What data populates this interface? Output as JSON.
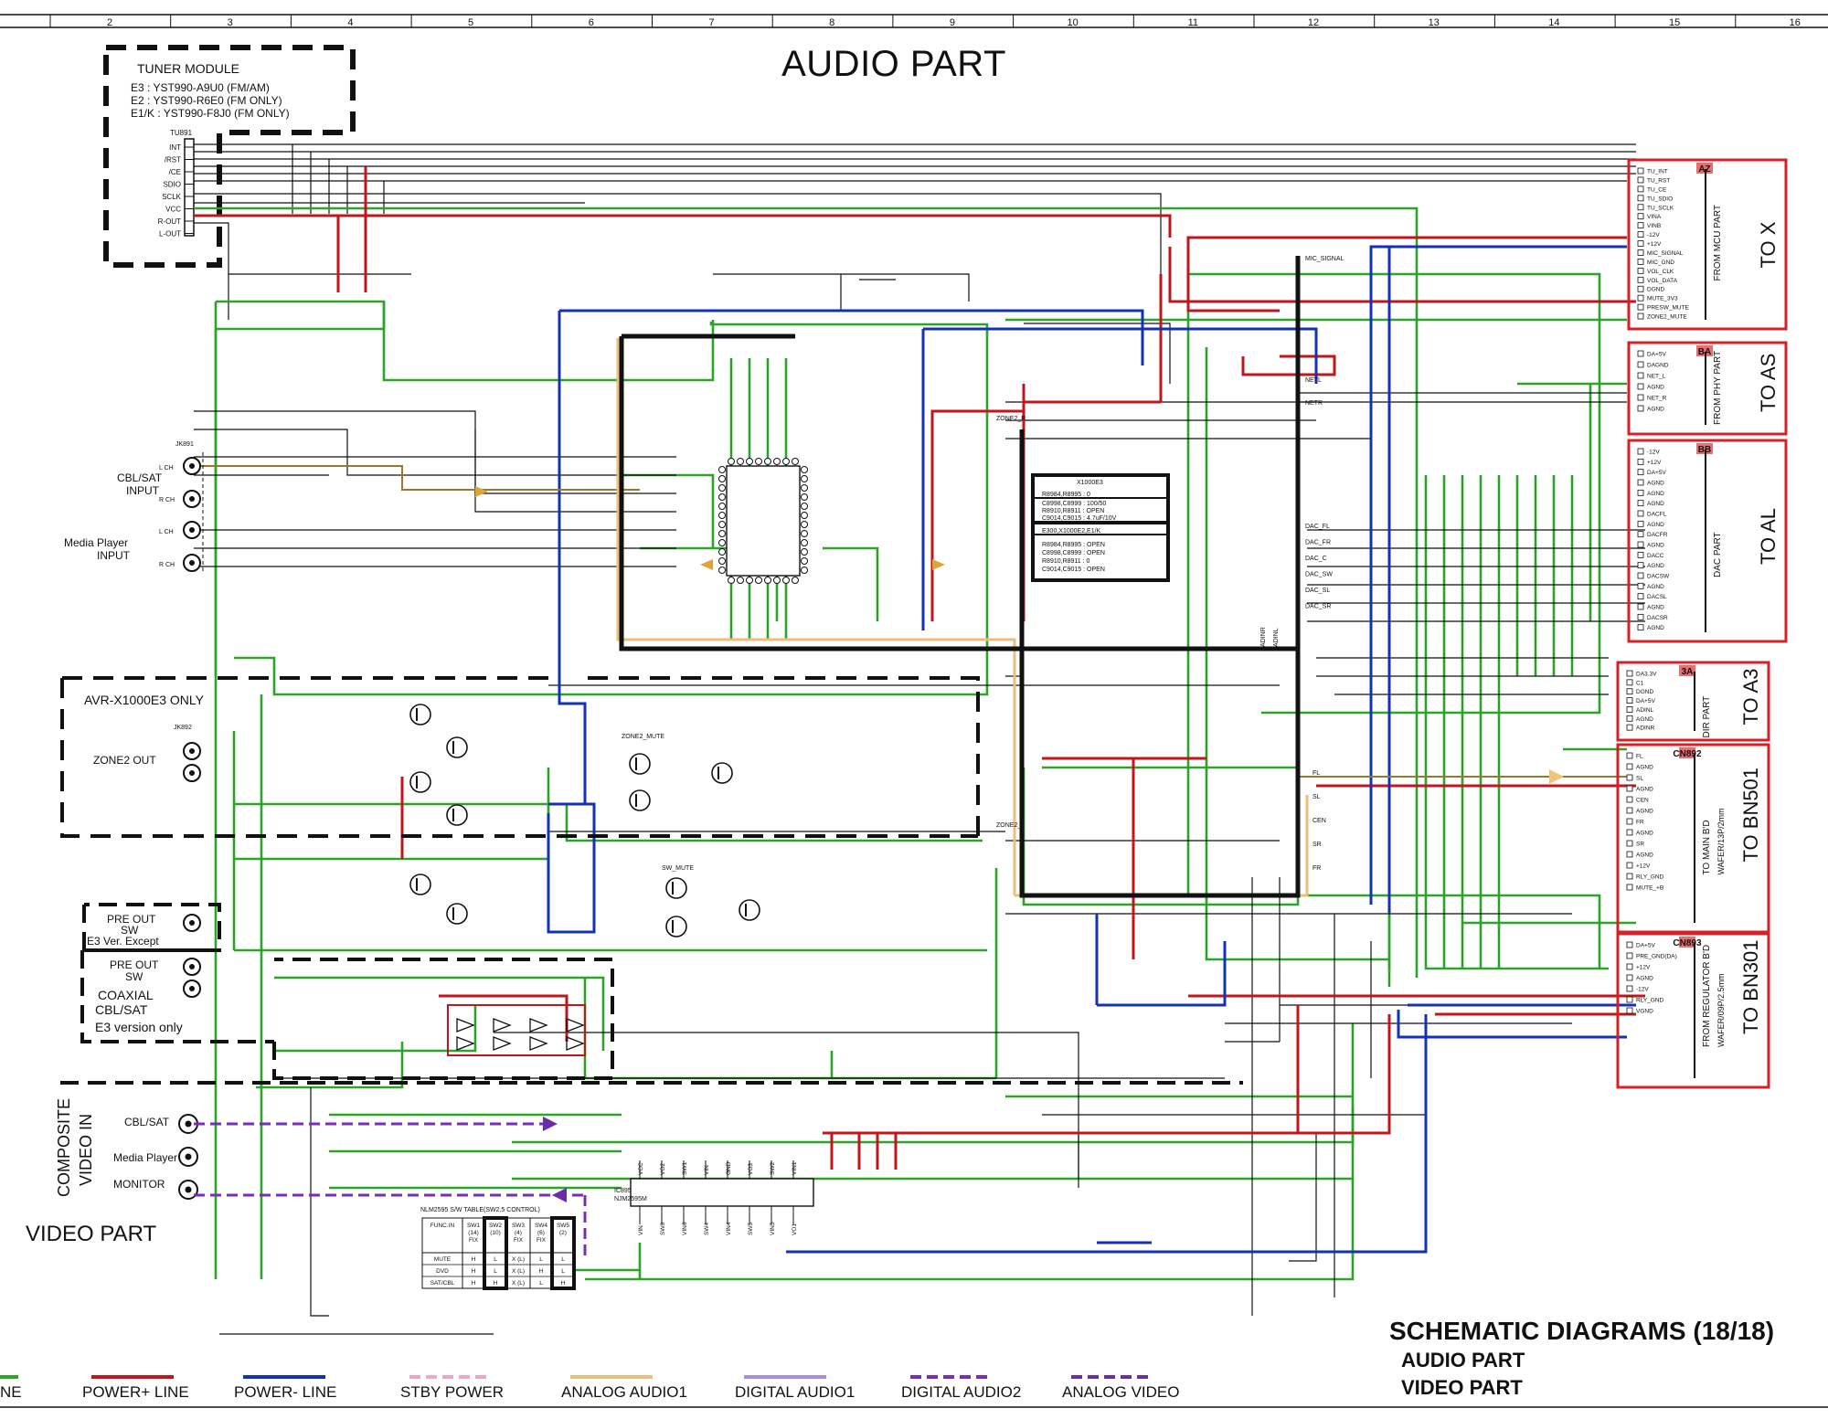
{
  "page_title": "AUDIO PART",
  "column_numbers": [
    "2",
    "3",
    "4",
    "5",
    "6",
    "7",
    "8",
    "9",
    "10",
    "11",
    "12",
    "13",
    "14",
    "15",
    "16"
  ],
  "tuner": {
    "title": "TUNER MODULE",
    "variants": [
      "E3 : YST990-A9U0 (FM/AM)",
      "E2 : YST990-R6E0 (FM ONLY)",
      "E1/K : YST990-F8J0 (FM ONLY)"
    ],
    "ref": "TU891",
    "pins": [
      "INT",
      "/RST",
      "/CE",
      "SDIO",
      "SCLK",
      "VCC",
      "R-OUT",
      "L-OUT"
    ]
  },
  "inputs": {
    "cbl_sat_1": "CBL/SAT",
    "cbl_sat_2": "INPUT",
    "media_1": "Media Player",
    "media_2": "INPUT",
    "lch": "L CH",
    "rch": "R CH",
    "jk_ref": "JK891"
  },
  "zone2": {
    "block_title": "AVR-X1000E3 ONLY",
    "out_label": "ZONE2 OUT",
    "jk_ref": "JK892",
    "mute_label": "ZONE2_MUTE",
    "sw_mute_label": "SW_MUTE"
  },
  "preout": {
    "block1_a": "PRE OUT",
    "block1_b": "SW",
    "block1_note": "E3 Ver. Except",
    "block2_a": "PRE OUT",
    "block2_b": "SW",
    "coax_a": "COAXIAL",
    "coax_b": "CBL/SAT",
    "coax_note": "E3 version only"
  },
  "options_box": {
    "title": "X1000E3",
    "lines_a": [
      "R8984,R8995 : 0",
      "C8998,C8999 : 100/50",
      "R8910,R8911 : OPEN",
      "C9014,C9015 : 4.7uF/10V"
    ],
    "title_b": "E300,X1000E2,E1/K",
    "lines_b": [
      "R8984,R8995 : OPEN",
      "C8998,C8999 : OPEN",
      "R8910,R8911 : 0",
      "C9014,C9015 : OPEN"
    ]
  },
  "signals": {
    "mic": "MIC_SIGNAL",
    "netl": "NETL",
    "netr": "NETR",
    "dac": [
      "DAC_FL",
      "DAC_FR",
      "DAC_C",
      "DAC_SW",
      "DAC_SL",
      "DAC_SR"
    ],
    "zone": [
      "ZONE2_R",
      "ZONE2_L"
    ],
    "out": [
      "FL",
      "SL",
      "CEN",
      "SR",
      "FR"
    ],
    "adin": [
      "ADINR",
      "ADINL"
    ]
  },
  "connectors": [
    {
      "id": "AZ",
      "title": "TO X",
      "sub": "FROM MCU PART",
      "pins": [
        "TU_INT",
        "TU_RST",
        "TU_CE",
        "TU_SDIO",
        "TU_SCLK",
        "VINA",
        "VINB",
        "-12V",
        "+12V",
        "MIC_SIGNAL",
        "MIC_GND",
        "VOL_CLK",
        "VOL_DATA",
        "DGND",
        "MUTE_3V3",
        "PRESW_MUTE",
        "ZONE2_MUTE"
      ]
    },
    {
      "id": "BA",
      "title": "TO AS",
      "sub": "FROM PHY PART",
      "pins": [
        "DA+5V",
        "DAGND",
        "NET_L",
        "AGND",
        "NET_R",
        "AGND"
      ]
    },
    {
      "id": "BB",
      "title": "TO AL",
      "sub": "DAC PART",
      "pins": [
        "-12V",
        "+12V",
        "DA+5V",
        "AGND",
        "AGND",
        "AGND",
        "DACFL",
        "AGND",
        "DACFR",
        "AGND",
        "DACC",
        "AGND",
        "DACSW",
        "AGND",
        "DACSL",
        "AGND",
        "DACSR",
        "AGND"
      ]
    },
    {
      "id": "3A",
      "title": "TO A3",
      "sub": "DIR PART",
      "pins": [
        "DA3.3V",
        "C1",
        "DGND",
        "DA+5V",
        "ADINL",
        "AGND",
        "ADINR"
      ]
    },
    {
      "id": "CN892",
      "title": "TO BN501",
      "sub": "TO MAIN B'D",
      "sub2": "WAFER/13P/2mm",
      "pins": [
        "FL",
        "AGND",
        "SL",
        "AGND",
        "CEN",
        "AGND",
        "FR",
        "AGND",
        "SR",
        "AGND",
        "+12V",
        "RLY_GND",
        "MUTE_+B"
      ]
    },
    {
      "id": "CN893",
      "title": "TO BN301",
      "sub": "FROM REGULATOR B'D",
      "sub2": "WAFER/09P/2.5mm",
      "pins": [
        "DA+5V",
        "PRE_GND(DA)",
        "+12V",
        "AGND",
        "-12V",
        "RLY_GND",
        "VGND"
      ]
    }
  ],
  "video": {
    "side_a": "COMPOSITE",
    "side_b": "VIDEO IN",
    "inputs": [
      "CBL/SAT",
      "Media Player",
      "MONITOR"
    ],
    "part_label": "VIDEO PART",
    "ic_ref": "IC895",
    "ic_part": "NJM2595M",
    "pins_top": [
      "VCC",
      "VO2",
      "SW1",
      "VIN",
      "GND",
      "VO3",
      "SW2",
      "VIN1"
    ],
    "pins_bot": [
      "VIN",
      "SW6",
      "VIN6",
      "SW4",
      "VIN4",
      "SW5",
      "VIN5",
      "VO1"
    ],
    "table_title": "NLM2595 S/W TABLE(SW2,5 CONTROL)",
    "table_head": [
      "FUNC.IN",
      "SW1 (14) FIX",
      "SW2 (10)",
      "SW3 (4) FIX",
      "SW4 (6) FIX",
      "SW5 (2)"
    ],
    "table_rows": [
      [
        "MUTE",
        "H",
        "L",
        "X (L)",
        "L",
        "L"
      ],
      [
        "DVD",
        "H",
        "L",
        "X (L)",
        "H",
        "L"
      ],
      [
        "SAT/CBL",
        "H",
        "H",
        "X (L)",
        "L",
        "H"
      ]
    ]
  },
  "footer": {
    "title": "SCHEMATIC DIAGRAMS (18/18)",
    "line1": "AUDIO PART",
    "line2": "VIDEO PART"
  },
  "legend": [
    {
      "label": "NE",
      "color": "#2aa52a"
    },
    {
      "label": "POWER+ LINE",
      "color": "#c0161c"
    },
    {
      "label": "POWER- LINE",
      "color": "#1432b4"
    },
    {
      "label": "STBY POWER",
      "color": "#f2a6bd"
    },
    {
      "label": "ANALOG AUDIO1",
      "color": "#e8c07a"
    },
    {
      "label": "DIGITAL AUDIO1",
      "color": "#a98de0"
    },
    {
      "label": "DIGITAL AUDIO2",
      "color": "#7a2cb8"
    },
    {
      "label": "ANALOG VIDEO",
      "color": "#6a2da8"
    }
  ],
  "colors": {
    "green": "#2aa52a",
    "red": "#c0161c",
    "blue": "#1432b4",
    "black": "#111111",
    "box_red": "#d42026",
    "brown": "#9a7a2a",
    "purple": "#6a2da8",
    "yellow": "#e8c07a"
  }
}
